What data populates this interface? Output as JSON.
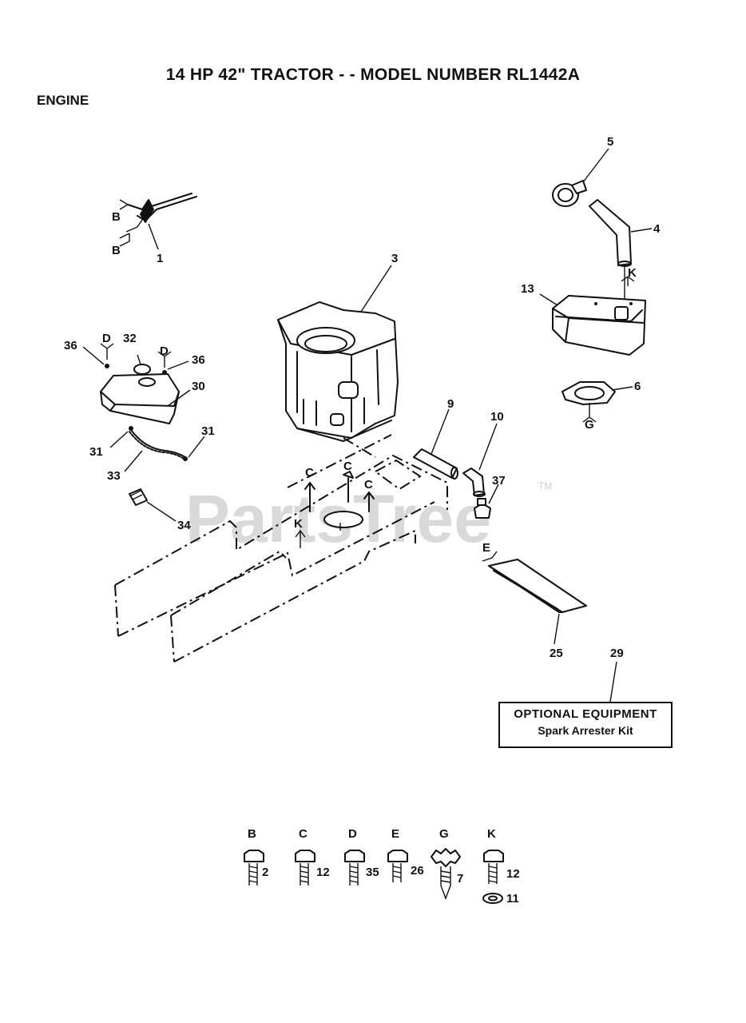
{
  "header": {
    "title": "14 HP 42\" TRACTOR - - MODEL NUMBER RL1442A",
    "section": "ENGINE"
  },
  "watermark": {
    "text": "PartsTree",
    "tm": "TM"
  },
  "callouts": {
    "p1": "1",
    "p3": "3",
    "p4": "4",
    "p5": "5",
    "p6": "6",
    "p9": "9",
    "p10": "10",
    "p13": "13",
    "p25": "25",
    "p29": "29",
    "p30": "30",
    "p31a": "31",
    "p31b": "31",
    "p32": "32",
    "p33": "33",
    "p34": "34",
    "p36a": "36",
    "p36b": "36",
    "p37": "37",
    "B1": "B",
    "B2": "B",
    "D1": "D",
    "D2": "D",
    "C1": "C",
    "C2": "C",
    "C3": "C",
    "K1": "K",
    "K2": "K",
    "E1": "E",
    "G1": "G"
  },
  "optional_equipment": {
    "title": "OPTIONAL EQUIPMENT",
    "item": "Spark Arrester Kit"
  },
  "hardware_legend": [
    {
      "letter": "B",
      "part": "2"
    },
    {
      "letter": "C",
      "part": "12"
    },
    {
      "letter": "D",
      "part": "35"
    },
    {
      "letter": "E",
      "part": "26"
    },
    {
      "letter": "G",
      "part": "7"
    },
    {
      "letter": "K",
      "part": "12",
      "washer_part": "11"
    }
  ]
}
